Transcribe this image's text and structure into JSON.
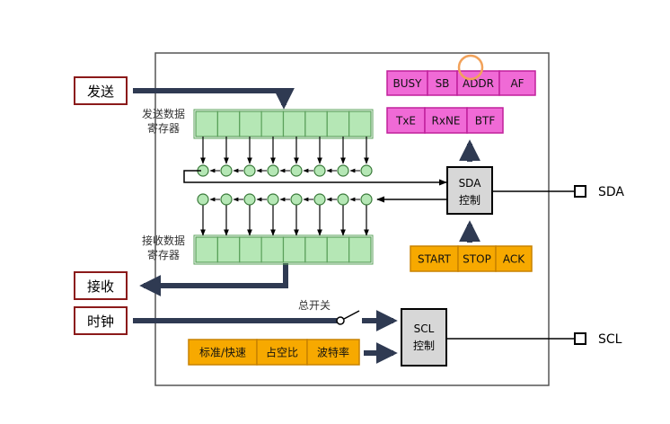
{
  "inputs": {
    "send": "发送",
    "receive": "接收",
    "clock": "时钟"
  },
  "registers": {
    "send_label_line1": "发送数据",
    "send_label_line2": "寄存器",
    "recv_label_line1": "接收数据",
    "recv_label_line2": "寄存器"
  },
  "status_row1": [
    "BUSY",
    "SB",
    "ADDR",
    "AF"
  ],
  "status_row2": [
    "TxE",
    "RxNE",
    "BTF"
  ],
  "sda_control": {
    "line1": "SDA",
    "line2": "控制"
  },
  "scl_control": {
    "line1": "SCL",
    "line2": "控制"
  },
  "control_row": [
    "START",
    "STOP",
    "ACK"
  ],
  "mode_row": [
    "标准/快速",
    "占空比",
    "波特率"
  ],
  "master_switch": "总开关",
  "pins": {
    "sda": "SDA",
    "scl": "SCL"
  },
  "colors": {
    "navy": "#2f3a52",
    "green_fill": "#b5e7b5",
    "green_stroke": "#5aa05a",
    "pink_fill": "#f06ad6",
    "pink_stroke": "#c0209c",
    "orange_fill": "#f7a900",
    "orange_stroke": "#c88200",
    "control_fill": "#d7d7d7",
    "input_border": "#8b1a1a",
    "highlight": "#f2a25a"
  }
}
